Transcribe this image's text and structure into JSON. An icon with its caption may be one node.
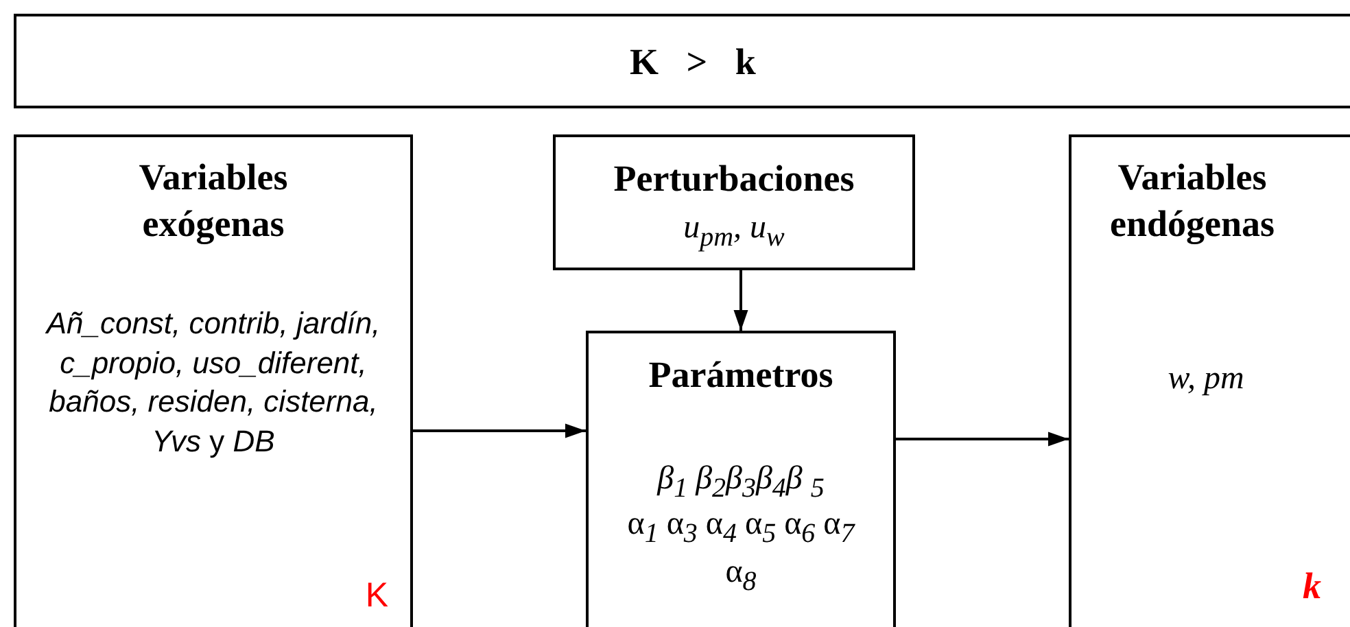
{
  "diagram": {
    "nodes": [
      {
        "text": [
          "K > k"
        ]
      },
      {
        "text": [
          "Variables exógenas",
          "*Añ_const, contrib, jardín, c_propio, uso_diferent, baños, residen, cisterna, Yvs* y *DB*",
          "K"
        ]
      },
      {
        "text": [
          "Perturbaciones",
          "u$_{pm}$, u$_{w}$"
        ]
      },
      {
        "text": [
          "Parámetros",
          "β$_{1}$ β$_{2}$β$_{3}$β$_{4}$β $_{5}$",
          "α$_{1}$ α$_{3}$ α$_{4}$ α$_{5}$ α$_{6}$ α$_{7}$ α$_{8}$"
        ]
      },
      {
        "text": [
          "Variables endógenas",
          "w, pm",
          "k"
        ]
      }
    ],
    "edges": [
      {
        "from": 2,
        "to": 3,
        "arrow": "to"
      },
      {
        "from": 1,
        "to": 3,
        "arrow": "to"
      },
      {
        "from": 3,
        "to": 4,
        "arrow": "to"
      }
    ]
  }
}
